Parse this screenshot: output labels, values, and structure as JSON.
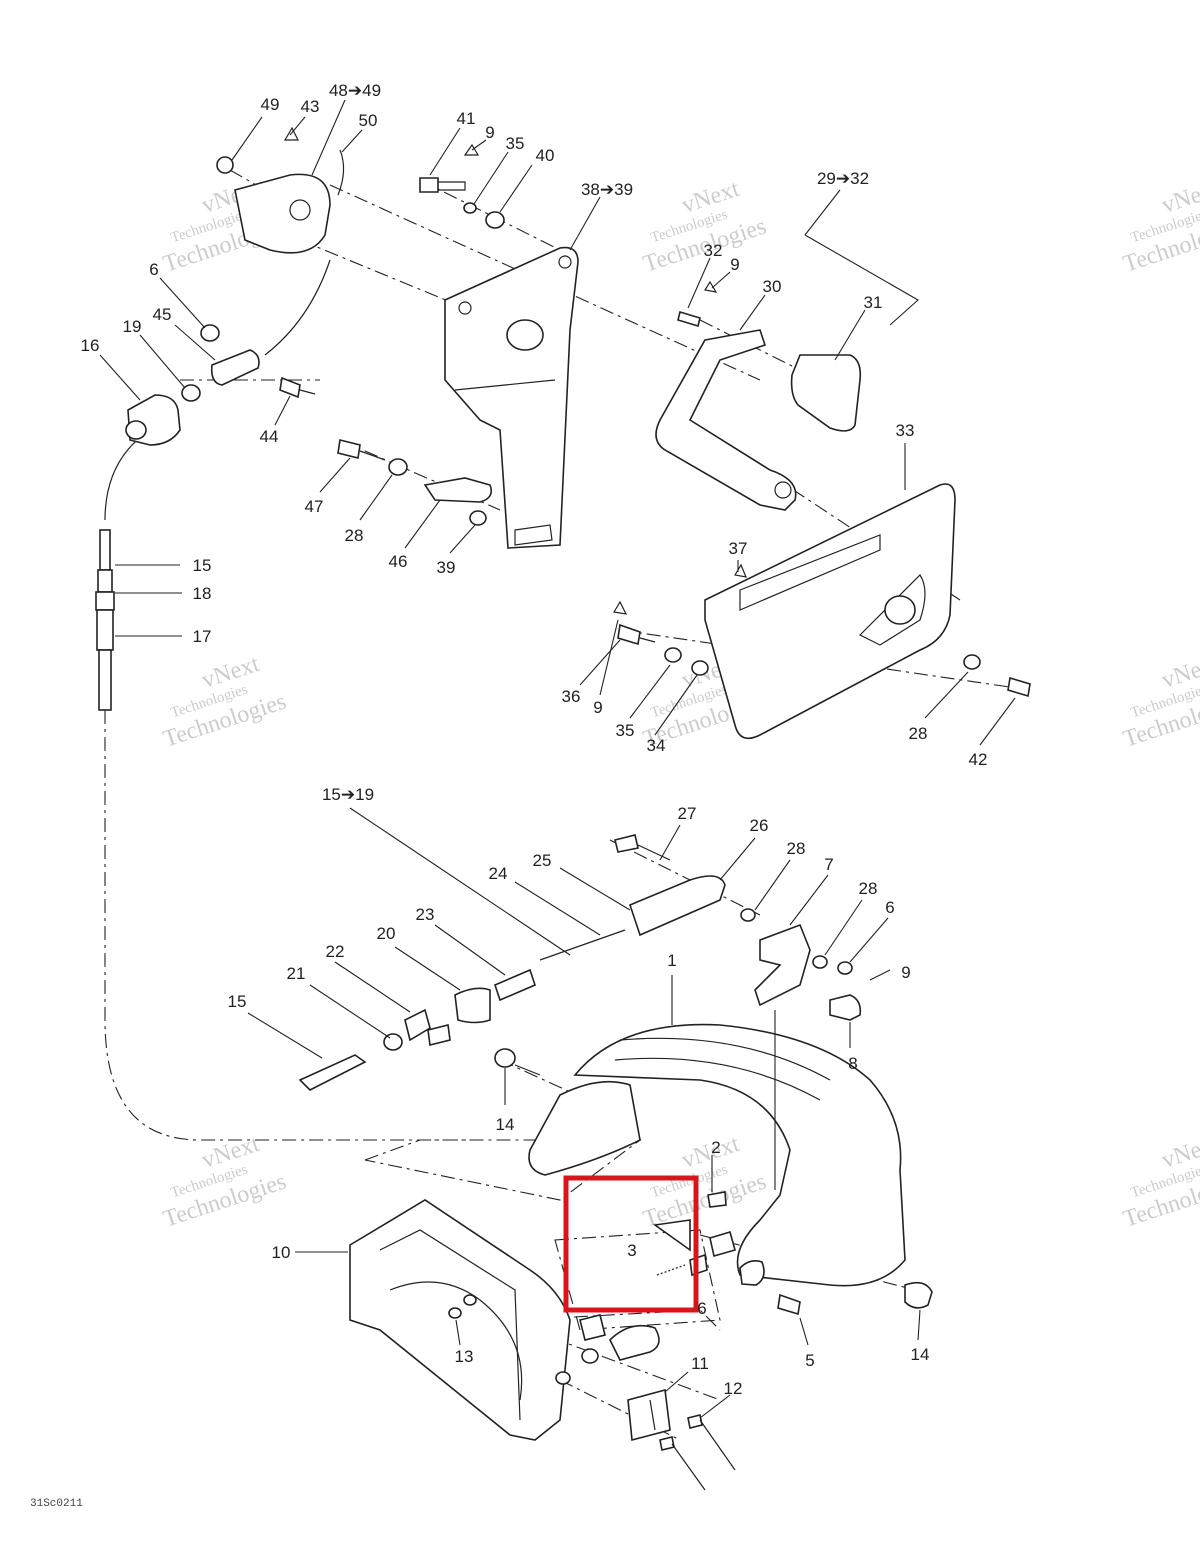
{
  "labels": [
    {
      "id": "49a",
      "text": "49"
    },
    {
      "id": "43",
      "text": "43"
    },
    {
      "id": "4849",
      "text": "48➔49"
    },
    {
      "id": "50",
      "text": "50"
    },
    {
      "id": "41",
      "text": "41"
    },
    {
      "id": "9a",
      "text": "9"
    },
    {
      "id": "35a",
      "text": "35"
    },
    {
      "id": "40",
      "text": "40"
    },
    {
      "id": "3839",
      "text": "38➔39"
    },
    {
      "id": "2932",
      "text": "29➔32"
    },
    {
      "id": "32",
      "text": "32"
    },
    {
      "id": "9b",
      "text": "9"
    },
    {
      "id": "30",
      "text": "30"
    },
    {
      "id": "31",
      "text": "31"
    },
    {
      "id": "6a",
      "text": "6"
    },
    {
      "id": "19a",
      "text": "19"
    },
    {
      "id": "45",
      "text": "45"
    },
    {
      "id": "16",
      "text": "16"
    },
    {
      "id": "44",
      "text": "44"
    },
    {
      "id": "47",
      "text": "47"
    },
    {
      "id": "28a",
      "text": "28"
    },
    {
      "id": "46",
      "text": "46"
    },
    {
      "id": "39",
      "text": "39"
    },
    {
      "id": "33",
      "text": "33"
    },
    {
      "id": "37",
      "text": "37"
    },
    {
      "id": "15a",
      "text": "15"
    },
    {
      "id": "18",
      "text": "18"
    },
    {
      "id": "17",
      "text": "17"
    },
    {
      "id": "36",
      "text": "36"
    },
    {
      "id": "9c",
      "text": "9"
    },
    {
      "id": "35b",
      "text": "35"
    },
    {
      "id": "34",
      "text": "34"
    },
    {
      "id": "28b",
      "text": "28"
    },
    {
      "id": "42",
      "text": "42"
    },
    {
      "id": "1519",
      "text": "15➔19"
    },
    {
      "id": "27",
      "text": "27"
    },
    {
      "id": "26",
      "text": "26"
    },
    {
      "id": "28c",
      "text": "28"
    },
    {
      "id": "24",
      "text": "24"
    },
    {
      "id": "25",
      "text": "25"
    },
    {
      "id": "7",
      "text": "7"
    },
    {
      "id": "28d",
      "text": "28"
    },
    {
      "id": "6b",
      "text": "6"
    },
    {
      "id": "23",
      "text": "23"
    },
    {
      "id": "9d",
      "text": "9"
    },
    {
      "id": "22",
      "text": "22"
    },
    {
      "id": "20",
      "text": "20"
    },
    {
      "id": "1",
      "text": "1"
    },
    {
      "id": "21",
      "text": "21"
    },
    {
      "id": "15b",
      "text": "15"
    },
    {
      "id": "8",
      "text": "8"
    },
    {
      "id": "14a",
      "text": "14"
    },
    {
      "id": "2",
      "text": "2"
    },
    {
      "id": "10",
      "text": "10"
    },
    {
      "id": "3",
      "text": "3"
    },
    {
      "id": "6c",
      "text": "6"
    },
    {
      "id": "5",
      "text": "5"
    },
    {
      "id": "14b",
      "text": "14"
    },
    {
      "id": "13",
      "text": "13"
    },
    {
      "id": "11",
      "text": "11"
    },
    {
      "id": "12",
      "text": "12"
    }
  ],
  "watermark": {
    "line1": "vNext",
    "line2": "Technologies",
    "line3": "Technologies"
  },
  "diagram_code": "31Sc0211",
  "highlight": {
    "color": "#d8141c",
    "target_label": "3"
  }
}
